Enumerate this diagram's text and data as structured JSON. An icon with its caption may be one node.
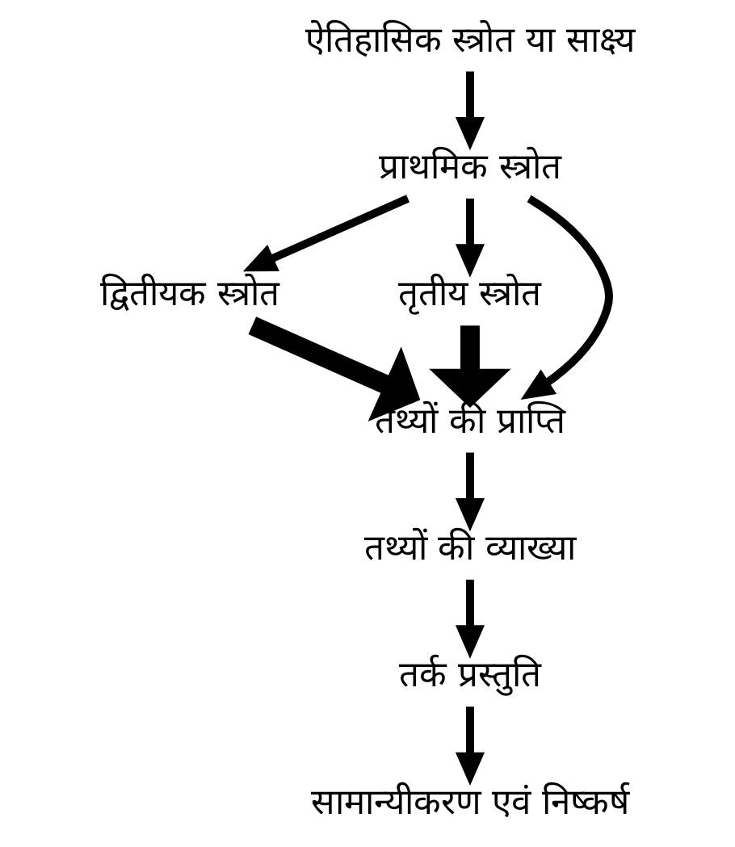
{
  "diagram": {
    "nodes": [
      {
        "text": [
          "ऐतिहासिक स्त्रोत या साक्ष्य"
        ]
      },
      {
        "text": [
          "प्राथमिक स्त्रोत"
        ]
      },
      {
        "text": [
          "द्वितीयक स्त्रोत"
        ]
      },
      {
        "text": [
          "तृतीय स्त्रोत"
        ]
      },
      {
        "text": [
          "तथ्यों की प्राप्ति"
        ]
      },
      {
        "text": [
          "तथ्यों की व्याख्या"
        ]
      },
      {
        "text": [
          "तर्क प्रस्तुति"
        ]
      },
      {
        "text": [
          "सामान्यीकरण एवं निष्कर्ष"
        ]
      }
    ],
    "edges": [
      {
        "from": 0,
        "to": 1,
        "arrow": "to"
      },
      {
        "from": 1,
        "to": 2,
        "arrow": "to"
      },
      {
        "from": 1,
        "to": 4,
        "arrow": "to"
      },
      {
        "from": 1,
        "to": 3,
        "arrow": "to"
      },
      {
        "from": 2,
        "to": 4,
        "arrow": "to",
        "style": "thick"
      },
      {
        "from": 3,
        "to": 4,
        "arrow": "to",
        "style": "thick"
      },
      {
        "from": 4,
        "to": 5,
        "arrow": "to"
      },
      {
        "from": 5,
        "to": 6,
        "arrow": "to"
      },
      {
        "from": 6,
        "to": 7,
        "arrow": "to"
      }
    ]
  }
}
